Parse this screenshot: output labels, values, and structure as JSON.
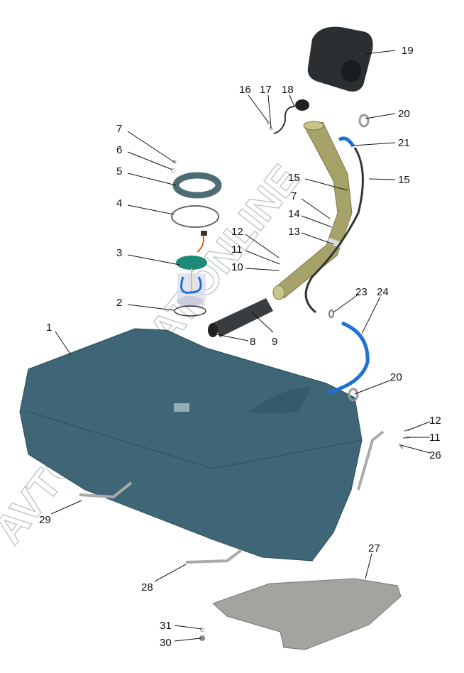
{
  "diagram": {
    "watermark": "AVTOSALACAT.ONLINE",
    "callouts": {
      "c1": "1",
      "c2": "2",
      "c3": "3",
      "c4": "4",
      "c5": "5",
      "c6": "6",
      "c7a": "7",
      "c7b": "7",
      "c8": "8",
      "c9": "9",
      "c10": "10",
      "c11a": "11",
      "c11b": "11",
      "c12a": "12",
      "c12b": "12",
      "c13": "13",
      "c14": "14",
      "c15a": "15",
      "c15b": "15",
      "c16": "16",
      "c17": "17",
      "c18": "18",
      "c19": "19",
      "c20a": "20",
      "c20b": "20",
      "c21": "21",
      "c23": "23",
      "c24": "24",
      "c26": "26",
      "c27": "27",
      "c28": "28",
      "c29": "29",
      "c30": "30",
      "c31": "31"
    },
    "colors": {
      "tank": "#3f6677",
      "neck": "#a6a26a",
      "shield": "#a3a3a0",
      "cover": "#2c2f31",
      "hose_blue": "#1f6fd6",
      "pump": "#1f8a78"
    }
  }
}
